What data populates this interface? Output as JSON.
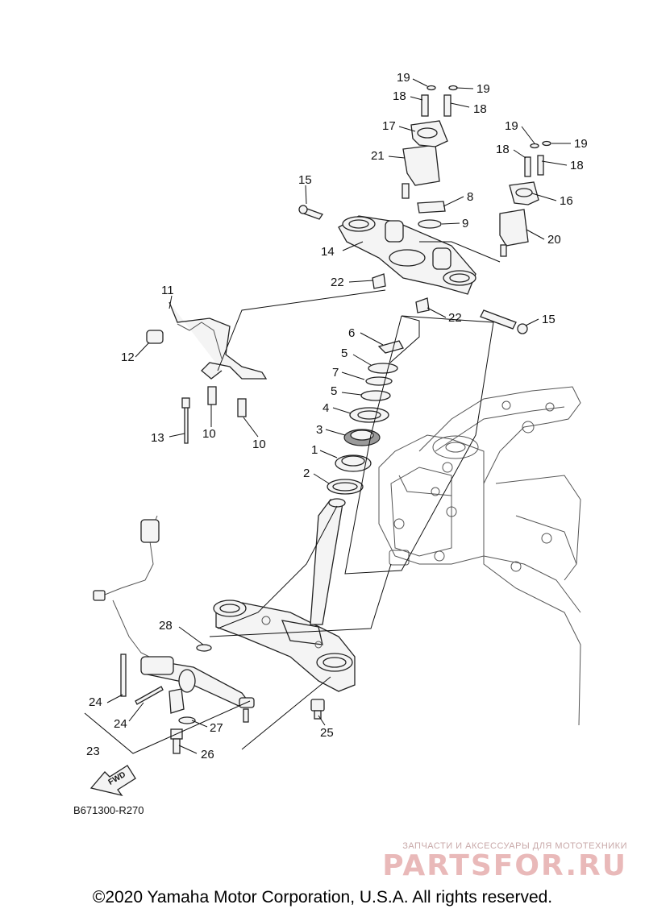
{
  "diagram": {
    "code": "B671300-R270",
    "fwd_label": "FWD",
    "callouts": [
      {
        "id": "c19a",
        "text": "19"
      },
      {
        "id": "c19b",
        "text": "19"
      },
      {
        "id": "c18a",
        "text": "18"
      },
      {
        "id": "c18b",
        "text": "18"
      },
      {
        "id": "c17",
        "text": "17"
      },
      {
        "id": "c21",
        "text": "21"
      },
      {
        "id": "c19c",
        "text": "19"
      },
      {
        "id": "c19d",
        "text": "19"
      },
      {
        "id": "c18c",
        "text": "18"
      },
      {
        "id": "c18d",
        "text": "18"
      },
      {
        "id": "c16",
        "text": "16"
      },
      {
        "id": "c20",
        "text": "20"
      },
      {
        "id": "c8",
        "text": "8"
      },
      {
        "id": "c9",
        "text": "9"
      },
      {
        "id": "c15a",
        "text": "15"
      },
      {
        "id": "c14",
        "text": "14"
      },
      {
        "id": "c22a",
        "text": "22"
      },
      {
        "id": "c22b",
        "text": "22"
      },
      {
        "id": "c15b",
        "text": "15"
      },
      {
        "id": "c11",
        "text": "11"
      },
      {
        "id": "c12",
        "text": "12"
      },
      {
        "id": "c6",
        "text": "6"
      },
      {
        "id": "c5a",
        "text": "5"
      },
      {
        "id": "c7",
        "text": "7"
      },
      {
        "id": "c5b",
        "text": "5"
      },
      {
        "id": "c4",
        "text": "4"
      },
      {
        "id": "c3",
        "text": "3"
      },
      {
        "id": "c1",
        "text": "1"
      },
      {
        "id": "c2",
        "text": "2"
      },
      {
        "id": "c13",
        "text": "13"
      },
      {
        "id": "c10a",
        "text": "10"
      },
      {
        "id": "c10b",
        "text": "10"
      },
      {
        "id": "c28",
        "text": "28"
      },
      {
        "id": "c24a",
        "text": "24"
      },
      {
        "id": "c24b",
        "text": "24"
      },
      {
        "id": "c23",
        "text": "23"
      },
      {
        "id": "c27",
        "text": "27"
      },
      {
        "id": "c26",
        "text": "26"
      },
      {
        "id": "c25",
        "text": "25"
      }
    ]
  },
  "watermark": {
    "tagline": "ЗАПЧАСТИ И АКСЕССУАРЫ ДЛЯ МОТОТЕХНИКИ",
    "brand": "PARTSFOR.RU"
  },
  "copyright": "©2020 Yamaha Motor Corporation, U.S.A. All rights reserved."
}
